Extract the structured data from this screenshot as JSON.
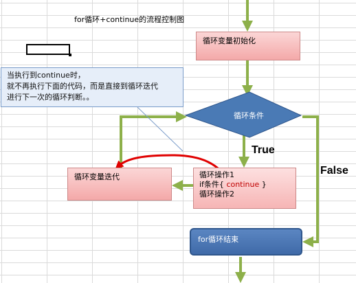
{
  "title": "for循环+continue的流程控制图",
  "callout": {
    "line1": "当执行到continue时，",
    "line2": "就不再执行下面的代码，而是直接到循环迭代",
    "line3": "进行下一次的循环判断。。"
  },
  "nodes": {
    "init": "循环变量初始化",
    "condition": "循环条件",
    "iteration": "循环变量迭代",
    "ops": {
      "line1": "循环操作1",
      "line3": "循环操作2",
      "if_prefix": "if条件{",
      "keyword": "continue",
      "if_suffix": "}"
    },
    "end": "for循环结束"
  },
  "edge_labels": {
    "true": "True",
    "false": "False"
  },
  "colors": {
    "arrow_green": "#8db04a",
    "red_arrow": "#e00000",
    "diamond_fill": "#4a7ab5",
    "process_fill": "#f7bebe",
    "end_fill": "#4f79b8",
    "callout_fill": "#e6eef9"
  }
}
